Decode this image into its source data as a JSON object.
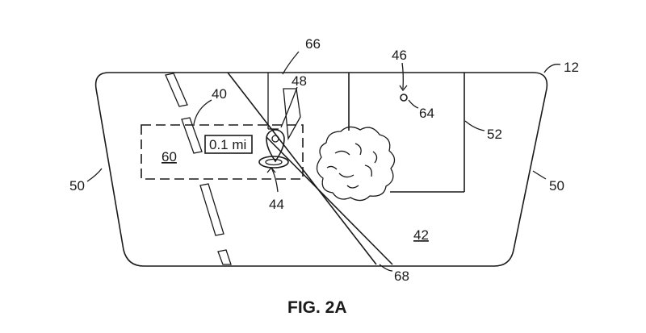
{
  "figure": {
    "caption": "FIG. 2A",
    "distance_readout": "0.1 mi",
    "reference_numerals": {
      "windshield": "12",
      "sign_point": "46",
      "point_marker": "64",
      "sign_panel": "52",
      "projection": "66",
      "pin_marker": "48",
      "display_zone": "40",
      "inset_area": "60",
      "ground_marker": "44",
      "side_left": "50",
      "side_right": "50",
      "road_area": "42",
      "boundary_line": "68"
    }
  }
}
